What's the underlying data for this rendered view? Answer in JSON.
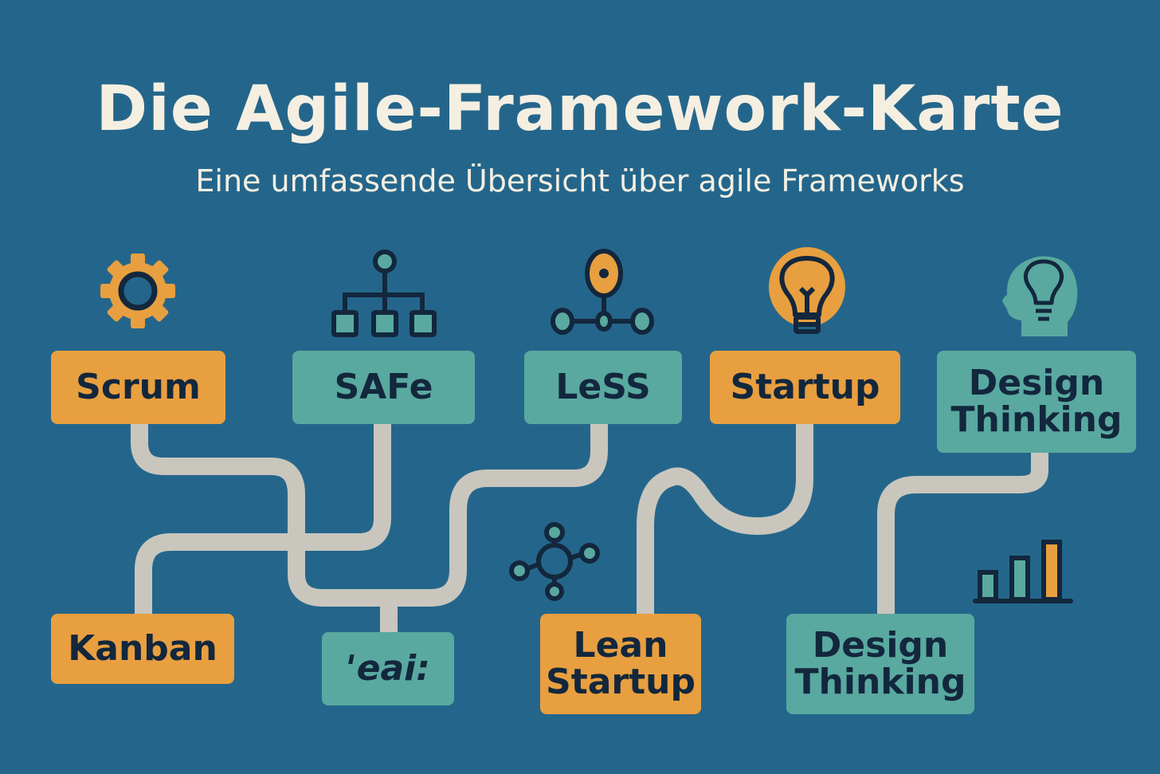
{
  "header": {
    "title": "Die Agile-Framework-Karte",
    "subtitle": "Eine umfassende Übersicht über agile Frameworks"
  },
  "colors": {
    "background": "#24668b",
    "orange": "#e89f3f",
    "teal": "#59a9a0",
    "path": "#c9c6bd",
    "text_dark": "#13273d",
    "title_text": "#f5efe2"
  },
  "nodes": {
    "top": [
      {
        "label": "Scrum",
        "color": "orange",
        "icon": "gear-icon"
      },
      {
        "label": "SAFe",
        "color": "teal",
        "icon": "hierarchy-icon"
      },
      {
        "label": "LeSS",
        "color": "teal",
        "icon": "network-nodes-icon"
      },
      {
        "label": "Startup",
        "color": "orange",
        "icon": "lightbulb-icon"
      },
      {
        "label": "Design Thinking",
        "color": "teal",
        "icon": "head-lightbulb-icon"
      }
    ],
    "bottom": [
      {
        "label": "Kanban",
        "color": "orange"
      },
      {
        "label": "ꞌeai:",
        "color": "teal"
      },
      {
        "label": "Lean Startup",
        "color": "orange",
        "icon": "hub-icon"
      },
      {
        "label": "Design Thinking",
        "color": "teal",
        "icon": "bar-chart-icon"
      }
    ]
  }
}
